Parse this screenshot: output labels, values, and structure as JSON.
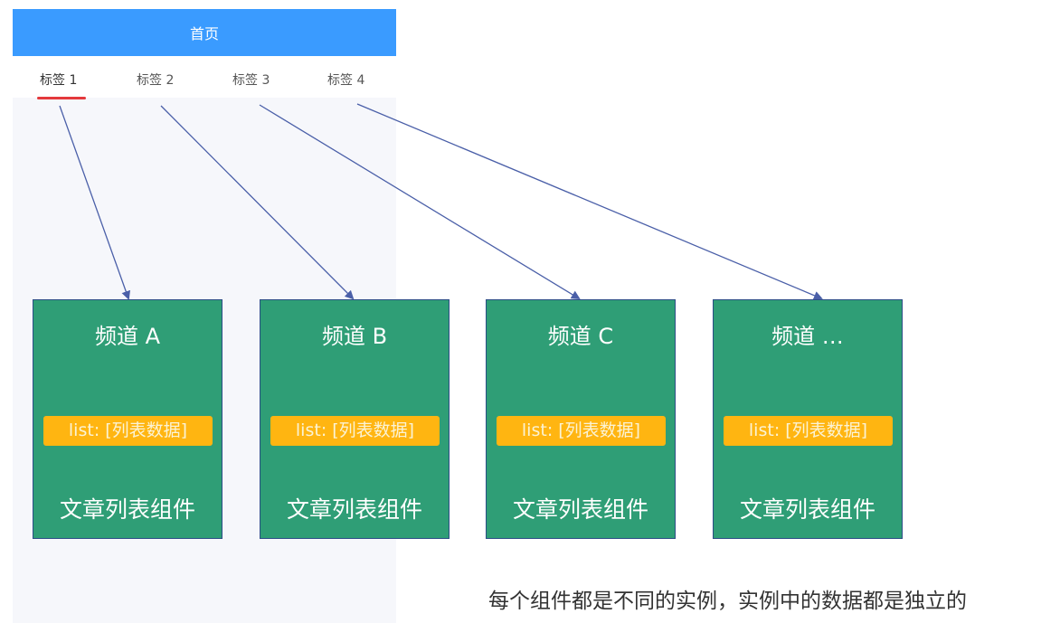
{
  "header": {
    "title": "首页"
  },
  "tabs": [
    {
      "label": "标签 1"
    },
    {
      "label": "标签 2"
    },
    {
      "label": "标签 3"
    },
    {
      "label": "标签 4"
    }
  ],
  "cards": [
    {
      "title": "频道 A",
      "list": "list: [列表数据]",
      "component": "文章列表组件"
    },
    {
      "title": "频道 B",
      "list": "list: [列表数据]",
      "component": "文章列表组件"
    },
    {
      "title": "频道 C",
      "list": "list: [列表数据]",
      "component": "文章列表组件"
    },
    {
      "title": "频道 …",
      "list": "list: [列表数据]",
      "component": "文章列表组件"
    }
  ],
  "caption": "每个组件都是不同的实例，实例中的数据都是独立的",
  "colors": {
    "header_bg": "#3a9bff",
    "card_bg": "#2f9e76",
    "card_border": "#2c4d86",
    "list_bg": "#ffb511",
    "tab_underline": "#e4393c",
    "arrow": "#4a5fa8"
  }
}
